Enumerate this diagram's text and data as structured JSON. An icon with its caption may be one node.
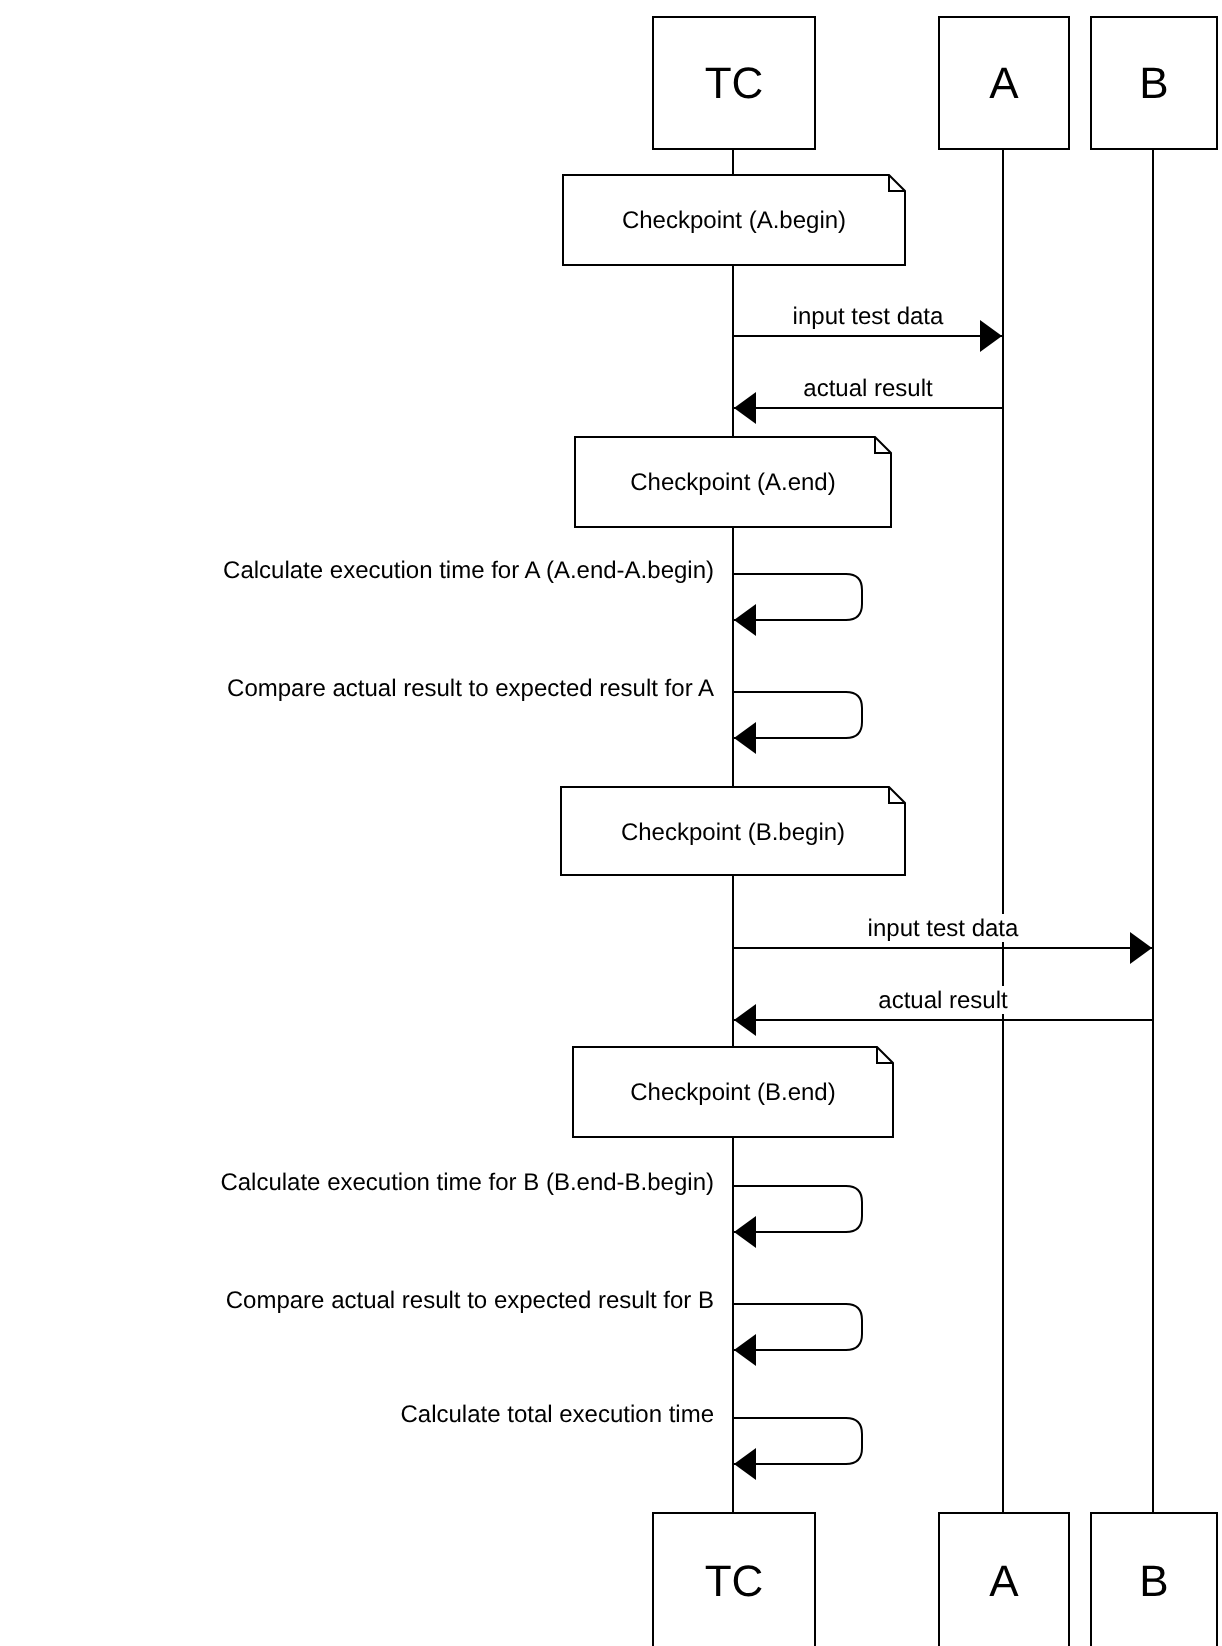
{
  "diagram": {
    "nodes": [
      {
        "text": [
          "TC"
        ]
      },
      {
        "text": [
          "A"
        ]
      },
      {
        "text": [
          "B"
        ]
      },
      {
        "text": [],
        "shape": "line"
      },
      {
        "text": [],
        "shape": "line"
      },
      {
        "text": [],
        "shape": "line"
      },
      {
        "text": [],
        "shape": "line"
      },
      {
        "text": [],
        "shape": "line"
      },
      {
        "text": [],
        "shape": "line"
      },
      {
        "text": [],
        "shape": "line"
      },
      {
        "text": [
          "Checkpoint (A.begin)"
        ]
      },
      {
        "text": [
          "Checkpoint (A.end)"
        ]
      },
      {
        "text": [
          "Checkpoint (B.begin)"
        ]
      },
      {
        "text": [
          "Checkpoint (B.end)"
        ]
      },
      {
        "text": [
          "TC"
        ]
      },
      {
        "text": [
          "A"
        ]
      },
      {
        "text": [
          "B"
        ]
      }
    ],
    "edges": [
      {
        "from": 4,
        "to": 8,
        "label": "input test data",
        "arrow": "to"
      },
      {
        "from": 8,
        "to": 4,
        "label": "actual result",
        "arrow": "to"
      },
      {
        "from": 5,
        "to": 5,
        "label": "Calculate execution time for A (A.end-A.begin)",
        "arrow": "to"
      },
      {
        "from": 5,
        "to": 5,
        "label": "Compare actual result to expected result for A",
        "arrow": "to"
      },
      {
        "from": 6,
        "to": 9,
        "label": "input test data",
        "arrow": "to"
      },
      {
        "from": 9,
        "to": 6,
        "label": "actual result",
        "arrow": "to"
      },
      {
        "from": 7,
        "to": 7,
        "label": "Calculate execution time for B (B.end-B.begin)",
        "arrow": "to"
      },
      {
        "from": 7,
        "to": 7,
        "label": "Compare actual result to expected result for B",
        "arrow": "to"
      },
      {
        "from": 7,
        "to": 7,
        "label": "Calculate total execution time",
        "arrow": "to"
      }
    ]
  }
}
